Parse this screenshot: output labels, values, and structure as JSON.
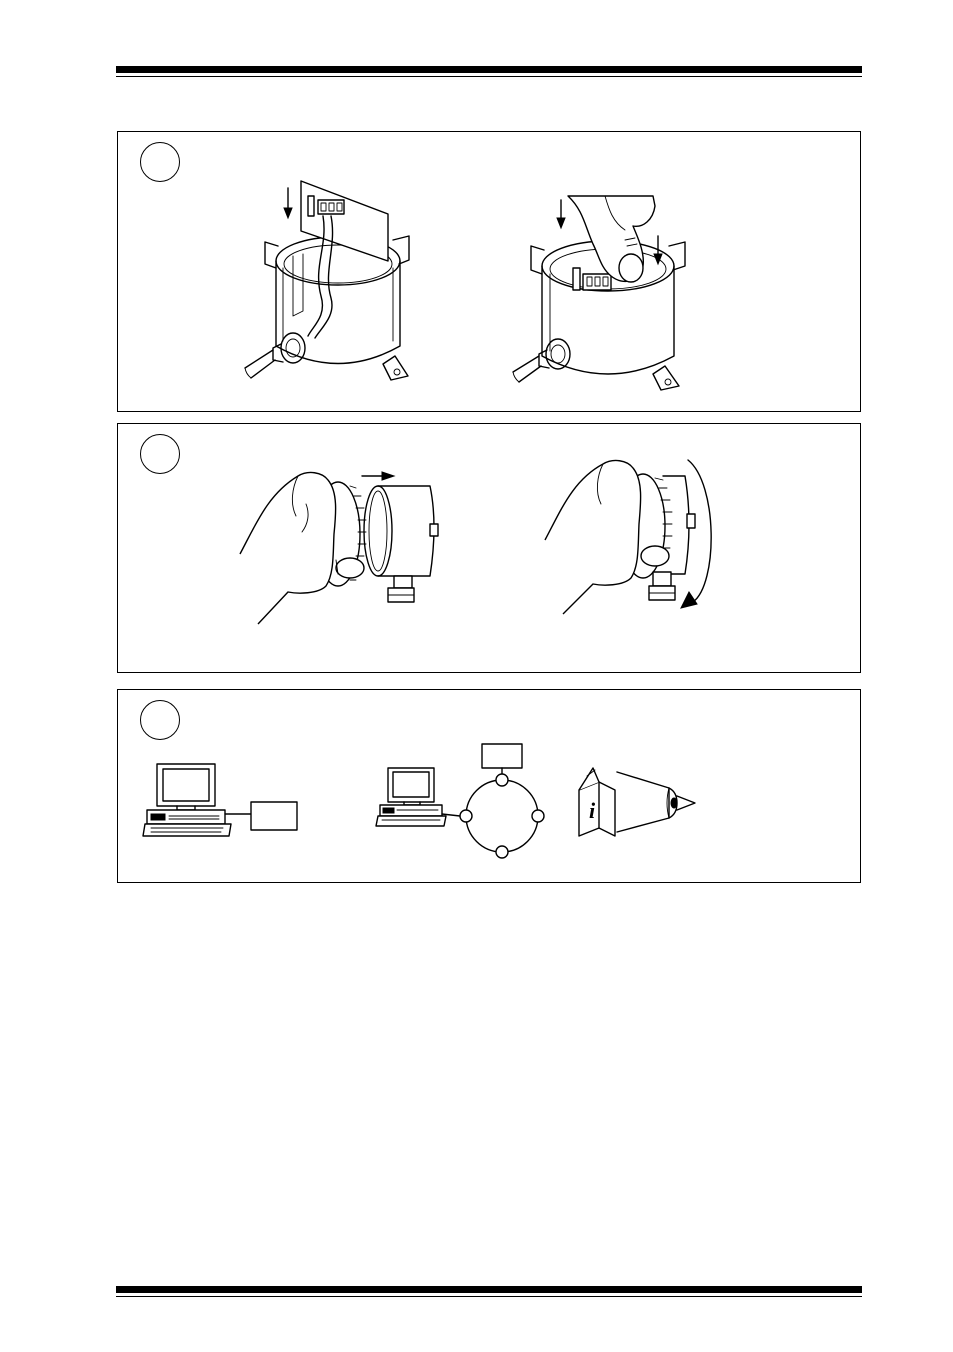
{
  "page": {
    "header_rule": "thick-over-thin",
    "footer_rule": "thick-over-thin"
  },
  "steps": [
    {
      "number": "",
      "figures": [
        "terminal-connector-insert-figure",
        "terminal-connector-press-figure"
      ]
    },
    {
      "number": "",
      "figures": [
        "housing-cover-attach-figure",
        "housing-cover-screw-figure"
      ]
    },
    {
      "number": "",
      "figures": [
        "pc-configuration-figure",
        "fieldbus-network-figure",
        "read-manual-figure"
      ]
    }
  ],
  "icons": {
    "info": "i"
  }
}
